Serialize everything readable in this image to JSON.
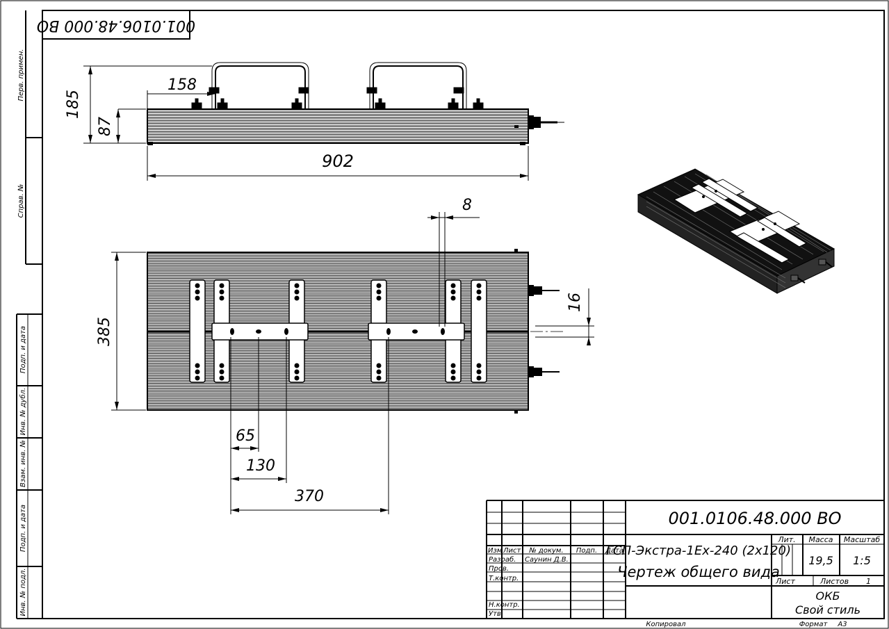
{
  "drawing": {
    "corner_designation": "001.0106.48.000 ВО",
    "side_labels": [
      "Перв. примен.",
      "Справ. №",
      "Подп. и дата",
      "Инв. № дубл.",
      "Взам. инв. №",
      "Подп. и дата",
      "Инв. № подл."
    ],
    "dimensions": {
      "d185": "185",
      "d87": "87",
      "d158": "158",
      "d902": "902",
      "d8": "8",
      "d16": "16",
      "d385": "385",
      "d65": "65",
      "d130": "130",
      "d370": "370"
    }
  },
  "title_block": {
    "designation": "001.0106.48.000 ВО",
    "product_name": "ГСП-Экстра-1Ех-240 (2х120)",
    "document_name": "Чертеж общего вида",
    "col_headers": {
      "izm": "Изм",
      "list": "Лист",
      "docnum": "№ докум.",
      "podp": "Подп.",
      "data": "Дата"
    },
    "roles": {
      "razrab": "Разраб.",
      "prov": "Пров.",
      "tkontr": "Т.контр.",
      "nkontr": "Н.контр.",
      "utv": "Утв."
    },
    "developer_name": "Саунин Д.В.",
    "lit_label": "Лит.",
    "mass_label": "Масса",
    "scale_label": "Масштаб",
    "mass_value": "19,5",
    "scale_value": "1:5",
    "sheet_label": "Лист",
    "sheets_label": "Листов",
    "sheets_value": "1",
    "org_line1": "ОКБ",
    "org_line2": "Свой стиль",
    "copied_label": "Копировал",
    "format_label": "Формат",
    "format_value": "А3"
  }
}
